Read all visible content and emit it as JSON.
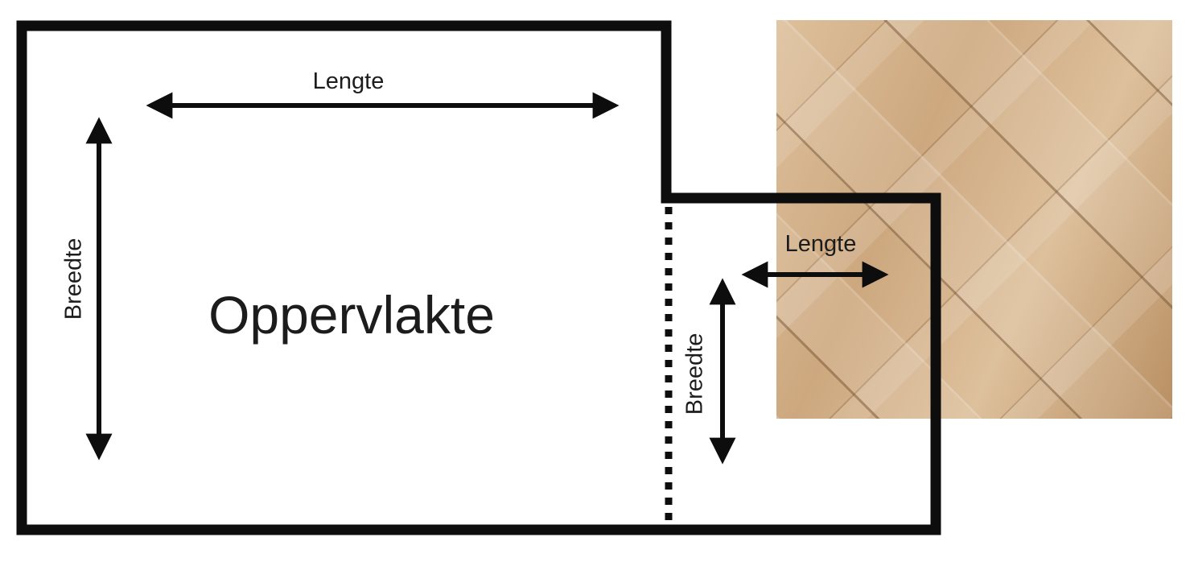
{
  "diagram": {
    "area_label": "Oppervlakte",
    "main_section": {
      "length_label": "Lengte",
      "width_label": "Breedte"
    },
    "small_section": {
      "length_label": "Lengte",
      "width_label": "Breedte"
    }
  },
  "colors": {
    "outline": "#0d0d0d",
    "text": "#1c1c1c",
    "wood_base": "#cda87f",
    "wood_light": "#ddc09c",
    "wood_dark": "#b98f62"
  }
}
